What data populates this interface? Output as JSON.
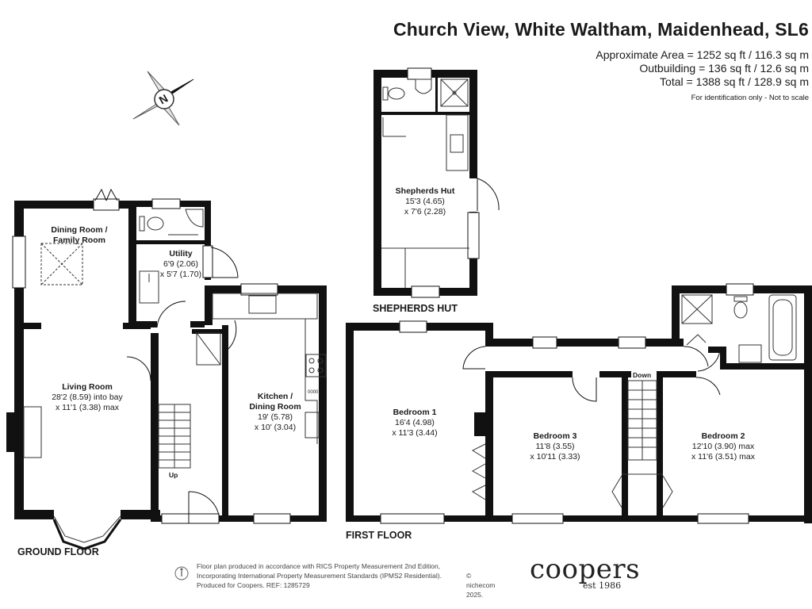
{
  "header": {
    "title": "Church View, White Waltham, Maidenhead, SL6",
    "area_total_approx": "Approximate Area = 1252 sq ft / 116.3 sq m",
    "area_outbuilding": "Outbuilding = 136 sq ft / 12.6 sq m",
    "area_total": "Total = 1388 sq ft / 128.9 sq m",
    "identification_note": "For identification only - Not to scale"
  },
  "compass": {
    "letter": "N",
    "icon": "compass-icon"
  },
  "ground_floor": {
    "label": "GROUND FLOOR",
    "dining_family": {
      "name": "Dining Room /\nFamily Room"
    },
    "utility": {
      "name": "Utility",
      "dim1": "6'9 (2.06)",
      "dim2": "x 5'7 (1.70)"
    },
    "living_room": {
      "name": "Living Room",
      "dim1": "28'2 (8.59) into bay",
      "dim2": "x 11'1 (3.38) max"
    },
    "kitchen_dining": {
      "name": "Kitchen /\nDining Room",
      "dim1": "19' (5.78)",
      "dim2": "x 10' (3.04)"
    },
    "stairs_label": "Up",
    "appliance_label": "0000"
  },
  "shepherds_hut": {
    "label": "SHEPHERDS HUT",
    "room": {
      "name": "Shepherds Hut",
      "dim1": "15'3 (4.65)",
      "dim2": "x 7'6 (2.28)"
    }
  },
  "first_floor": {
    "label": "FIRST FLOOR",
    "bedroom1": {
      "name": "Bedroom 1",
      "dim1": "16'4 (4.98)",
      "dim2": "x 11'3 (3.44)"
    },
    "bedroom3": {
      "name": "Bedroom 3",
      "dim1": "11'8 (3.55)",
      "dim2": "x 10'11 (3.33)"
    },
    "bedroom2": {
      "name": "Bedroom 2",
      "dim1": "12'10 (3.90) max",
      "dim2": "x 11'6 (3.51) max"
    },
    "stairs_label": "Down"
  },
  "footer": {
    "line1": "Floor plan produced in accordance with RICS Property Measurement 2nd Edition,",
    "line2": "Incorporating International Property Measurement Standards (IPMS2 Residential).",
    "line3": "Produced for Coopers.   REF: 1285729",
    "copyright": "© nichecom 2025.",
    "brand": "coopers",
    "brand_sub": "est 1986"
  },
  "colors": {
    "wall": "#111111",
    "fixture": "#333333",
    "background": "#ffffff"
  }
}
